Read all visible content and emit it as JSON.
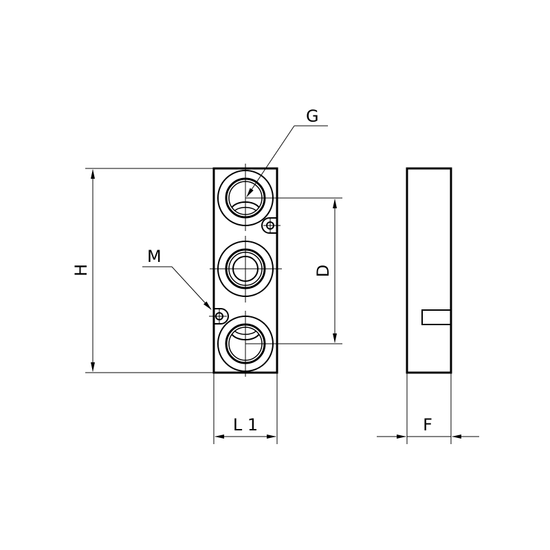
{
  "labels": {
    "G": "G",
    "M": "M",
    "H": "H",
    "D": "D",
    "L1": "L 1",
    "F": "F"
  },
  "colors": {
    "line": "#000000",
    "background": "#ffffff"
  }
}
